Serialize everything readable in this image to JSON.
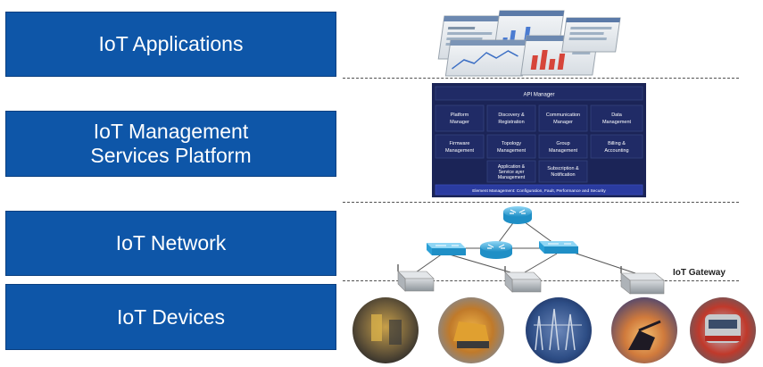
{
  "layers": {
    "applications": {
      "line1": "IoT Applications"
    },
    "management": {
      "line1": "IoT Management",
      "line2": "Services Platform"
    },
    "network": {
      "line1": "IoT Network"
    },
    "devices": {
      "line1": "IoT Devices"
    }
  },
  "platform": {
    "api_manager": "API Manager",
    "rows": [
      [
        {
          "line1": "Platform",
          "line2": "Manager"
        },
        {
          "line1": "Discovery &",
          "line2": "Registration"
        },
        {
          "line1": "Communication",
          "line2": "Manager"
        },
        {
          "line1": "Data",
          "line2": "Management"
        }
      ],
      [
        {
          "line1": "Firmware",
          "line2": "Management"
        },
        {
          "line1": "Topology",
          "line2": "Management"
        },
        {
          "line1": "Group",
          "line2": "Management"
        },
        {
          "line1": "Billing &",
          "line2": "Accounting"
        }
      ]
    ],
    "app_service_layer": {
      "line1": "Application &",
      "line2": "Service ayer",
      "line3": "Management"
    },
    "subscription": {
      "line1": "Subscription &",
      "line2": "Notification"
    },
    "element_management": "Element Management: Configuration, Fault, Performance and Security"
  },
  "network": {
    "gateway_label": "IoT Gateway"
  },
  "colors": {
    "layer_blue": "#0e56a8",
    "platform_navy": "#1b2457",
    "network_cyan": "#3aa8d8",
    "divider": "#505050"
  },
  "icons": {
    "router": "router-icon",
    "switch": "switch-icon",
    "gateway": "gateway-icon",
    "app_screens": "app-screenshots-icon",
    "device_photos": "device-photo-icon"
  }
}
